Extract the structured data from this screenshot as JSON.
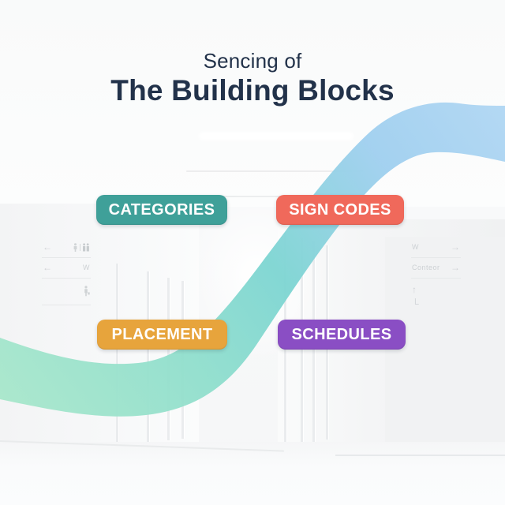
{
  "title": {
    "line1": "Sencing of",
    "line2": "The Building Blocks",
    "color": "#22324a"
  },
  "badges": [
    {
      "id": "categories",
      "label": "CATEGORIES",
      "color": "#3FA099"
    },
    {
      "id": "sign_codes",
      "label": "SIGN CODES",
      "color": "#F0695B"
    },
    {
      "id": "placement",
      "label": "PLACEMENT",
      "color": "#E7A43C"
    },
    {
      "id": "schedules",
      "label": "SCHEDULES",
      "color": "#8A4EC4"
    }
  ],
  "wall_signs": {
    "left": {
      "row1": {
        "arrow": "←",
        "icons": [
          "person-icon",
          "divider",
          "people-icon"
        ]
      },
      "row2": {
        "arrow": "←",
        "label": "W"
      },
      "row3": {
        "icons": [
          "person-with-case-icon"
        ]
      }
    },
    "right": {
      "row1": {
        "label": "W",
        "arrow": "→"
      },
      "row2": {
        "label": "Conteor",
        "arrow": "→"
      },
      "row3": {
        "arrow_up": "↑",
        "corner": "└"
      }
    }
  },
  "ribbon": {
    "gradient": [
      "#A8E7CB",
      "#8FDECD",
      "#7DD5D2",
      "#9FCFEF",
      "#AFD6F3"
    ]
  }
}
